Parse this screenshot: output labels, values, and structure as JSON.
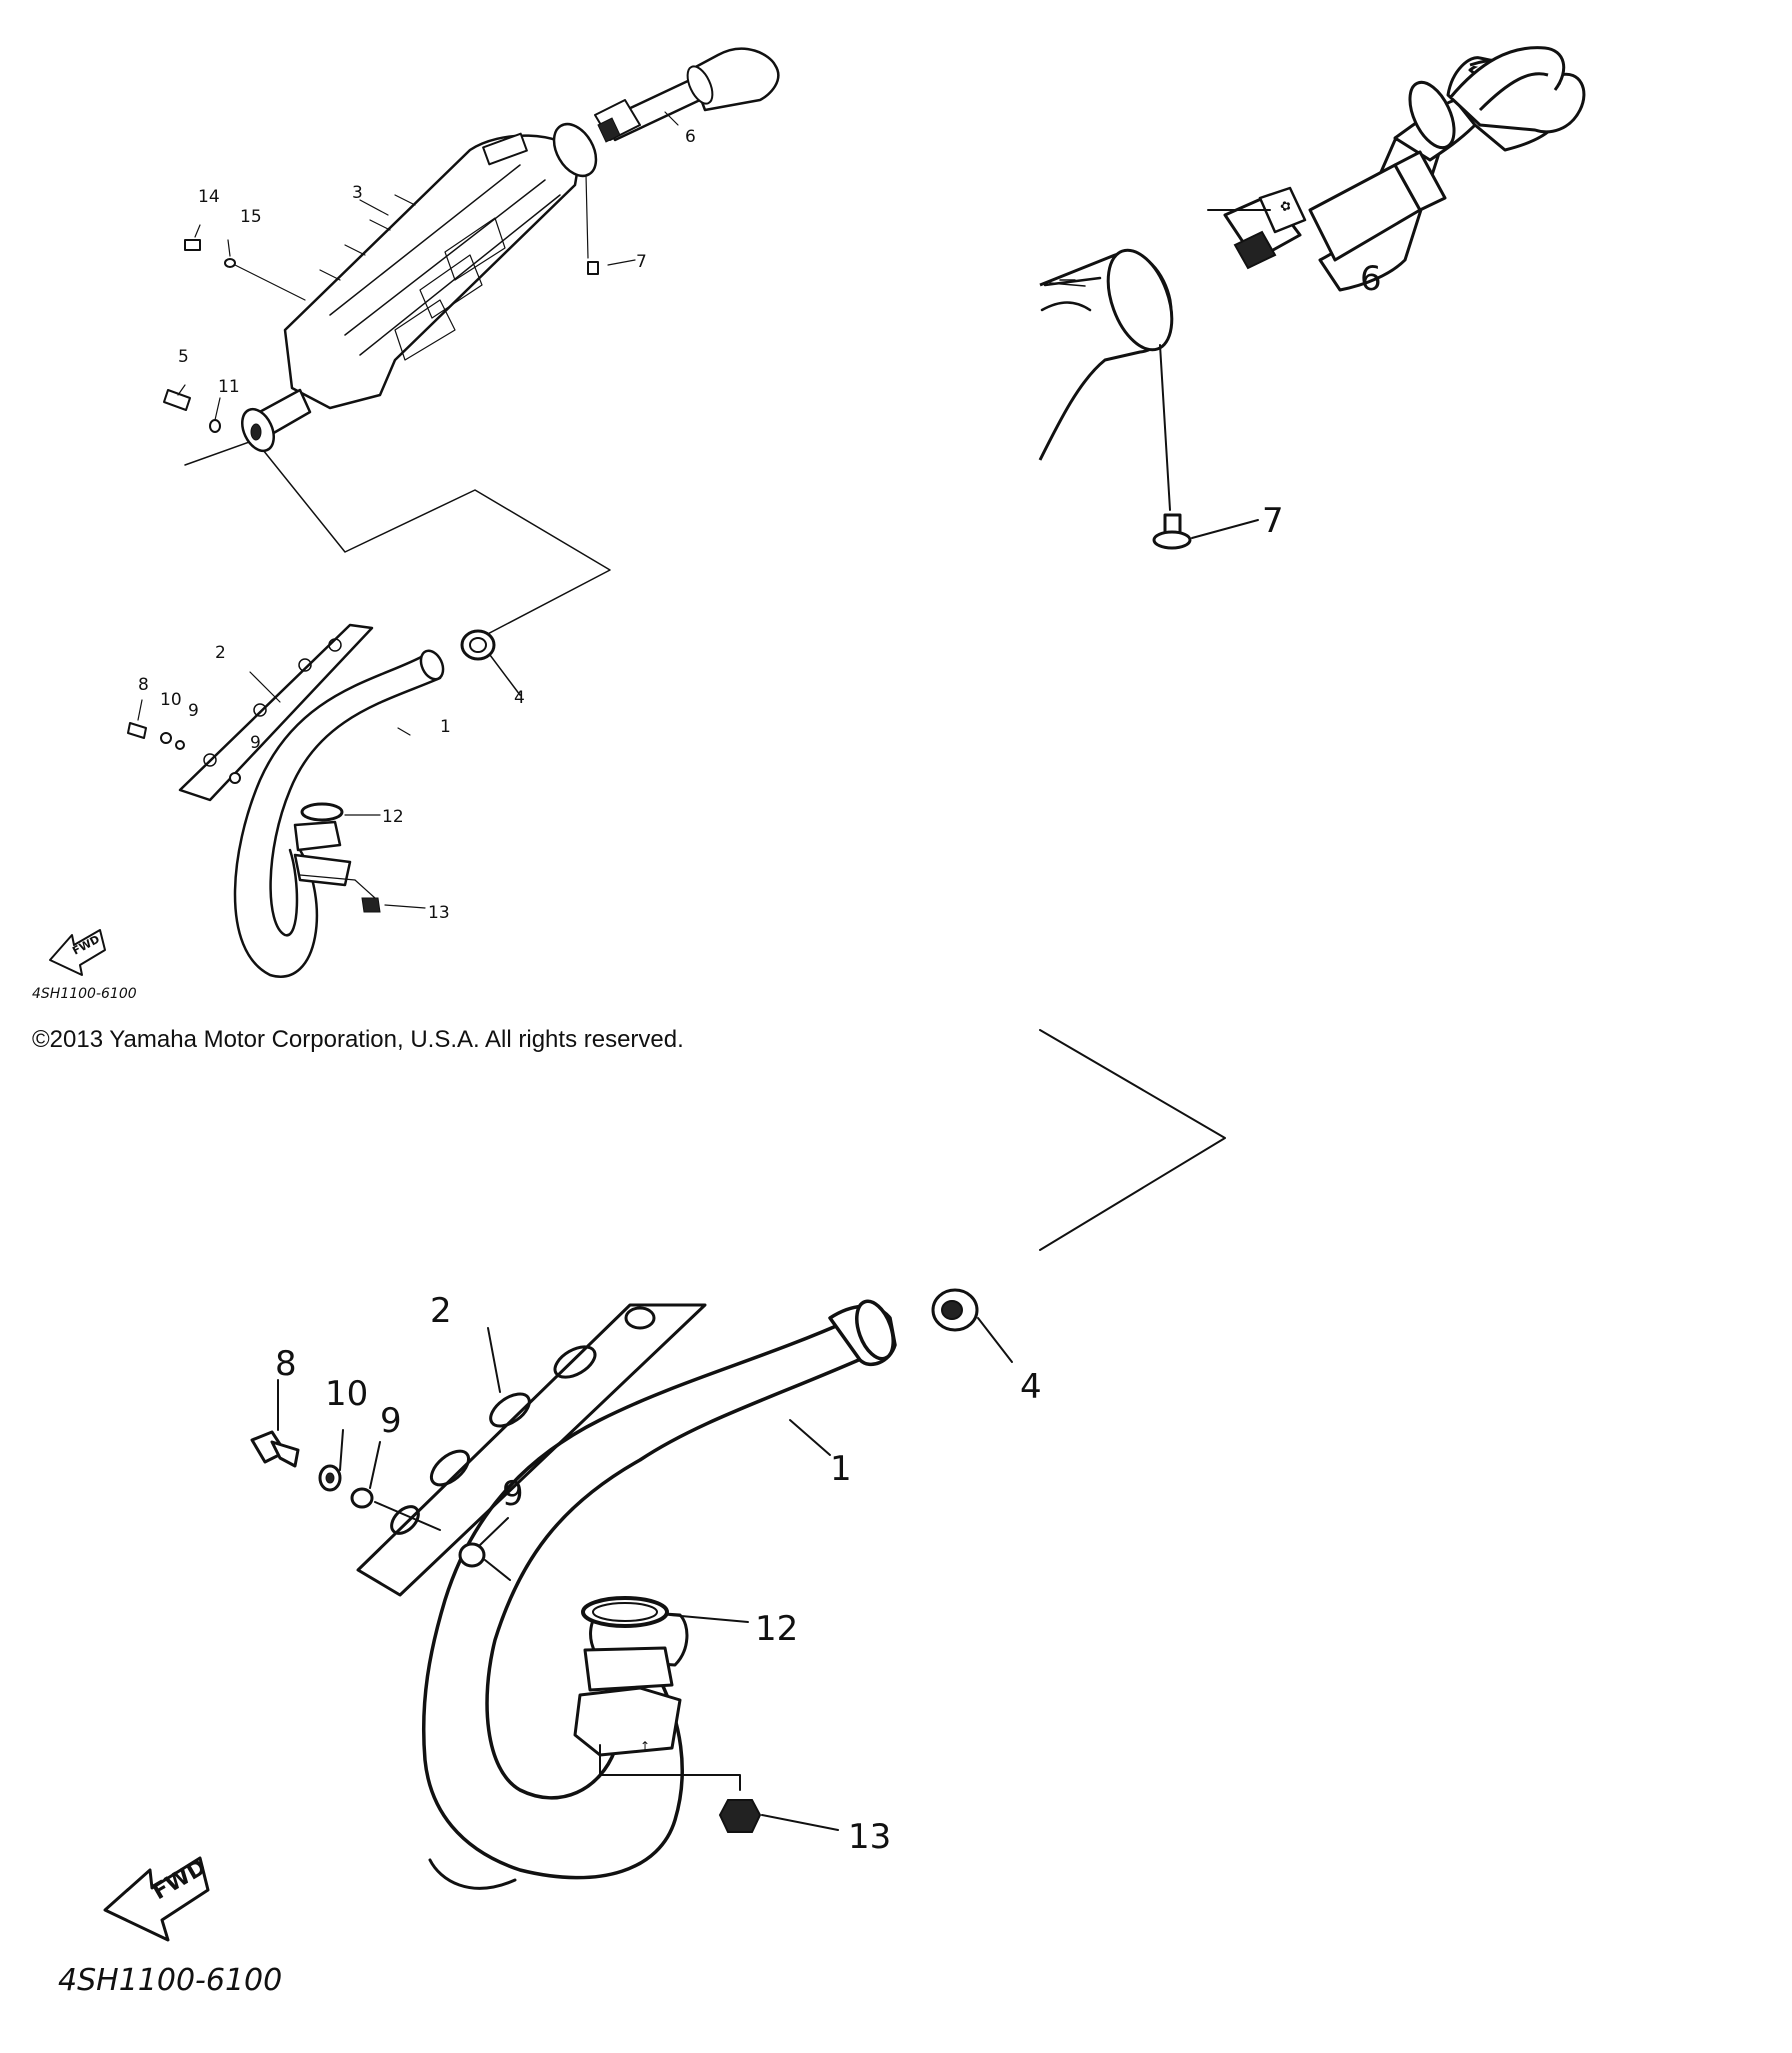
{
  "diagram_code": "4SH1100-6100",
  "fwd_label": "FWD",
  "copyright": "©2013 Yamaha Motor Corporation, U.S.A. All rights reserved.",
  "colors": {
    "line": "#111111",
    "background": "#ffffff"
  },
  "overview_callouts": {
    "c1": "1",
    "c2": "2",
    "c3": "3",
    "c4": "4",
    "c5": "5",
    "c6": "6",
    "c7": "7",
    "c8": "8",
    "c9a": "9",
    "c9b": "9",
    "c10": "10",
    "c11": "11",
    "c12": "12",
    "c13": "13",
    "c14": "14",
    "c15": "15"
  },
  "zoom_top_callouts": {
    "c6": "6",
    "c7": "7"
  },
  "zoom_bottom_callouts": {
    "c1": "1",
    "c2": "2",
    "c4": "4",
    "c8": "8",
    "c9a": "9",
    "c9b": "9",
    "c10": "10",
    "c12": "12",
    "c13": "13"
  }
}
